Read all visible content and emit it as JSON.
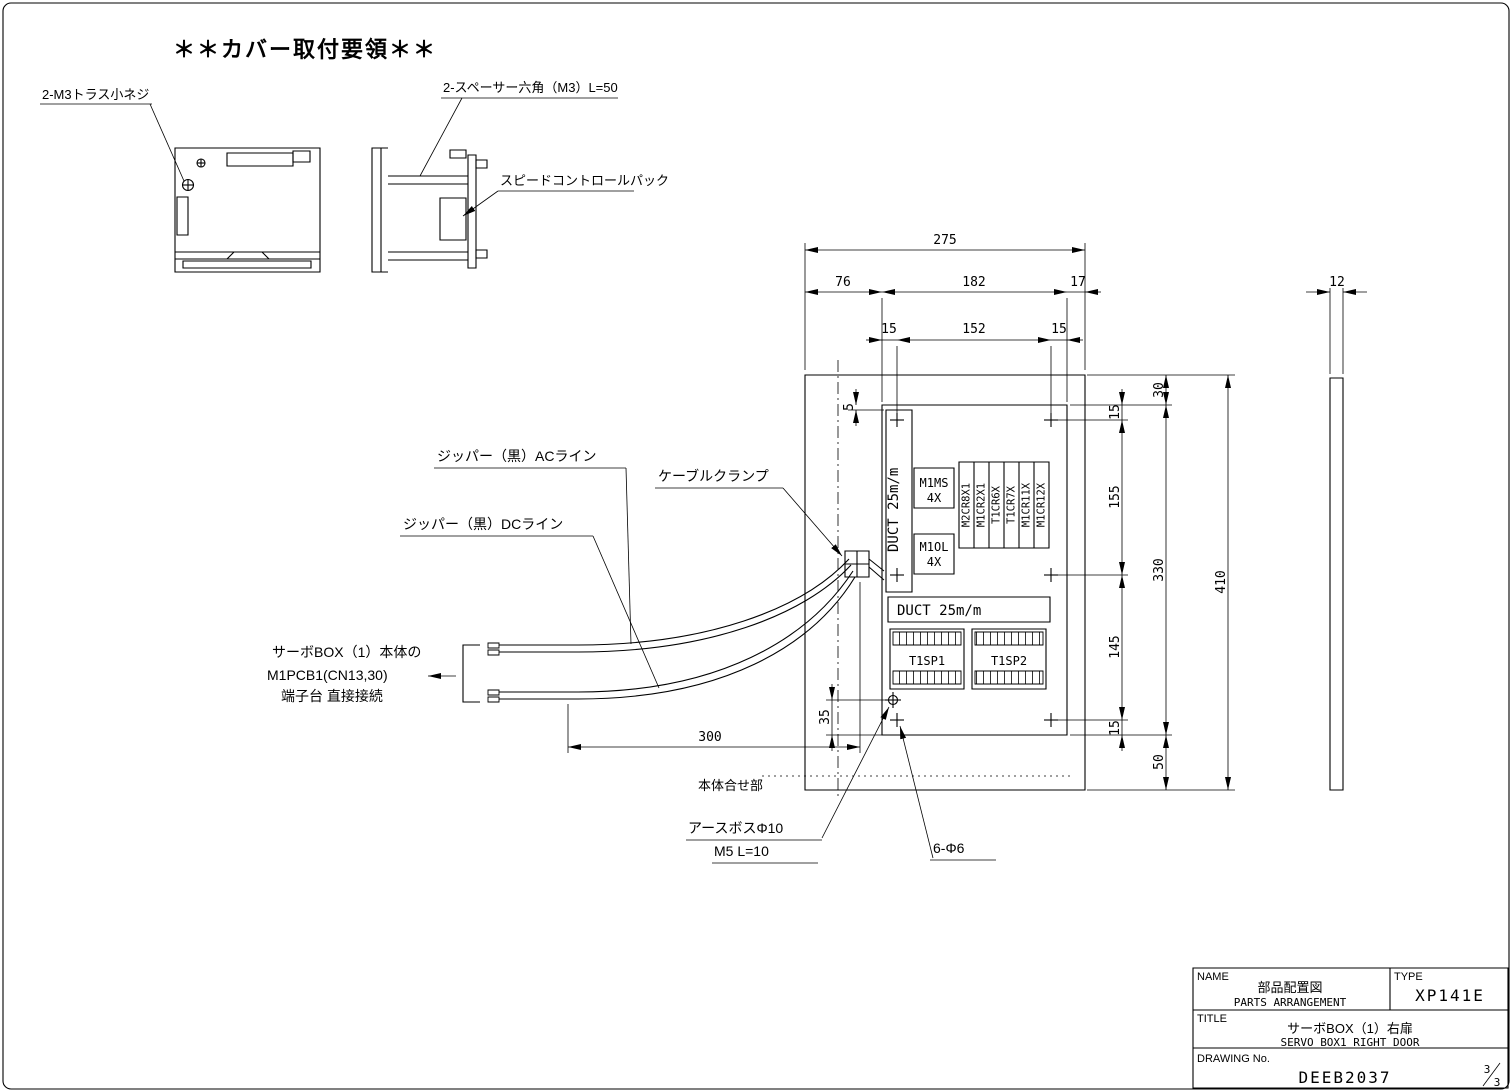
{
  "page": {
    "title": "＊＊カバー取付要領＊＊"
  },
  "colors": {
    "ink": "#000000",
    "paper": "#ffffff"
  },
  "cover": {
    "truss_label": "2-M3トラス小ネジ",
    "spacer_label": "2-スペーサー六角（M3）L=50",
    "speed_label": "スピードコントロールパック"
  },
  "callouts": {
    "zipper_ac": "ジッパー（黒）ACライン",
    "cable_clamp": "ケーブルクランプ",
    "zipper_dc": "ジッパー（黒）DCライン",
    "servo_line1": "サーボBOX（1）本体の",
    "servo_line2": "M1PCB1(CN13,30)",
    "servo_line3": "端子台 直接接続",
    "body_mating": "本体合せ部",
    "earth_line1": "アースボスΦ10",
    "earth_line2": "M5 L=10",
    "holes": "6-Φ6"
  },
  "components": {
    "duct_v": "DUCT 25m/m",
    "duct_h": "DUCT 25m/m",
    "m1ms_1": "M1MS",
    "m1ms_2": "4X",
    "m1ol_1": "M1OL",
    "m1ol_2": "4X",
    "relays": [
      "M2CR8X1",
      "M1CR2X1",
      "T1CR6X",
      "T1CR7X",
      "M1CR11X",
      "M1CR12X"
    ],
    "t1sp1": "T1SP1",
    "t1sp2": "T1SP2"
  },
  "dims": {
    "w_total": "275",
    "w_left": "76",
    "w_mid": "182",
    "w_right": "17",
    "s_left": "15",
    "s_mid": "152",
    "s_right": "15",
    "thickness": "12",
    "gap": "5",
    "h30": "30",
    "h15t": "15",
    "h155": "155",
    "h330": "330",
    "h410": "410",
    "h145": "145",
    "h15b": "15",
    "h50": "50",
    "v35": "35",
    "b300": "300"
  },
  "title_block": {
    "name_label": "NAME",
    "name_jp": "部品配置図",
    "name_en": "PARTS ARRANGEMENT",
    "type_label": "TYPE",
    "type_value": "XP141E",
    "title_label": "TITLE",
    "title_jp": "サーボBOX（1）右扉",
    "title_en": "SERVO BOX1 RIGHT DOOR",
    "drawing_label": "DRAWING No.",
    "drawing_value": "DEEB2037",
    "page_current": "3",
    "page_total": "3"
  }
}
